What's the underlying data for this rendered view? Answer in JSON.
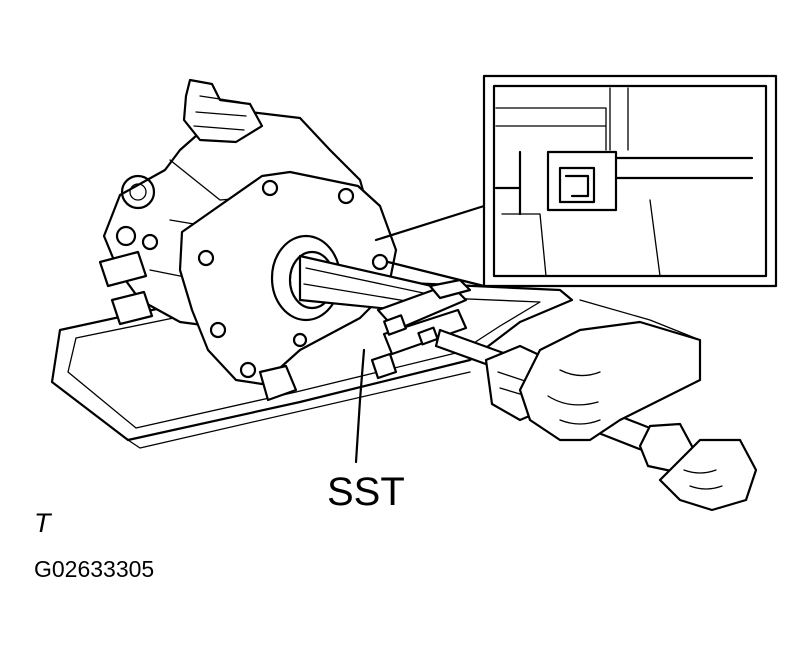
{
  "callout_label": "SST",
  "view_letter": "T",
  "figure_code": "G02633305",
  "colors": {
    "ink": "#000000",
    "paper": "#ffffff"
  }
}
